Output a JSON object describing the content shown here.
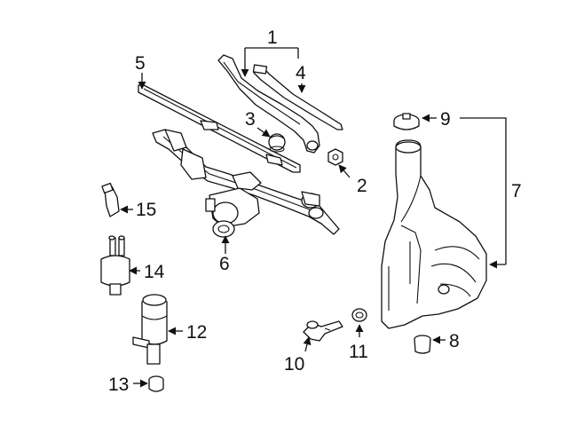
{
  "callouts": {
    "c1": "1",
    "c2": "2",
    "c3": "3",
    "c4": "4",
    "c5": "5",
    "c6": "6",
    "c7": "7",
    "c8": "8",
    "c9": "9",
    "c10": "10",
    "c11": "11",
    "c12": "12",
    "c13": "13",
    "c14": "14",
    "c15": "15"
  },
  "colors": {
    "line": "#111111",
    "background": "#ffffff"
  }
}
